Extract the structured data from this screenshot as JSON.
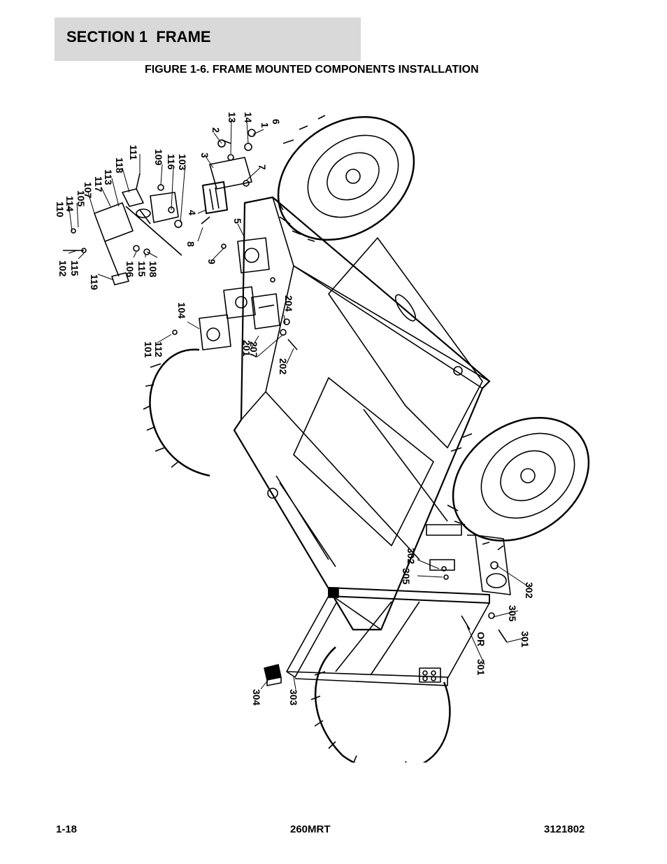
{
  "header": {
    "section": "SECTION 1  FRAME",
    "figure_title": "FIGURE 1-6. FRAME MOUNTED COMPONENTS INSTALLATION"
  },
  "callouts": [
    {
      "id": "c2",
      "text": "2"
    },
    {
      "id": "c13",
      "text": "13"
    },
    {
      "id": "c14",
      "text": "14"
    },
    {
      "id": "c1",
      "text": "1"
    },
    {
      "id": "c6",
      "text": "6"
    },
    {
      "id": "c3",
      "text": "3"
    },
    {
      "id": "c7",
      "text": "7"
    },
    {
      "id": "c4",
      "text": "4"
    },
    {
      "id": "c5",
      "text": "5"
    },
    {
      "id": "c8",
      "text": "8"
    },
    {
      "id": "c9",
      "text": "9"
    },
    {
      "id": "c111",
      "text": "111"
    },
    {
      "id": "c109",
      "text": "109"
    },
    {
      "id": "c116",
      "text": "116"
    },
    {
      "id": "c103",
      "text": "103"
    },
    {
      "id": "c118",
      "text": "118"
    },
    {
      "id": "c113",
      "text": "113"
    },
    {
      "id": "c117",
      "text": "117"
    },
    {
      "id": "c107",
      "text": "107"
    },
    {
      "id": "c105",
      "text": "105"
    },
    {
      "id": "c114",
      "text": "114"
    },
    {
      "id": "c110",
      "text": "110"
    },
    {
      "id": "c102",
      "text": "102"
    },
    {
      "id": "c115a",
      "text": "115"
    },
    {
      "id": "c119",
      "text": "119"
    },
    {
      "id": "c106",
      "text": "106"
    },
    {
      "id": "c115b",
      "text": "115"
    },
    {
      "id": "c108",
      "text": "108"
    },
    {
      "id": "c104",
      "text": "104"
    },
    {
      "id": "c101",
      "text": "101"
    },
    {
      "id": "c112",
      "text": "112"
    },
    {
      "id": "c201",
      "text": "201"
    },
    {
      "id": "c204",
      "text": "204"
    },
    {
      "id": "c207",
      "text": "207"
    },
    {
      "id": "c202",
      "text": "202"
    },
    {
      "id": "c302a",
      "text": "302"
    },
    {
      "id": "c305a",
      "text": "305"
    },
    {
      "id": "c302b",
      "text": "302"
    },
    {
      "id": "c305b",
      "text": "305"
    },
    {
      "id": "cOR",
      "text": "OR"
    },
    {
      "id": "c301a",
      "text": "301"
    },
    {
      "id": "c301b",
      "text": "301"
    },
    {
      "id": "c304",
      "text": "304"
    },
    {
      "id": "c303",
      "text": "303"
    }
  ],
  "footer": {
    "page": "1-18",
    "model": "260MRT",
    "doc_number": "3121802"
  }
}
